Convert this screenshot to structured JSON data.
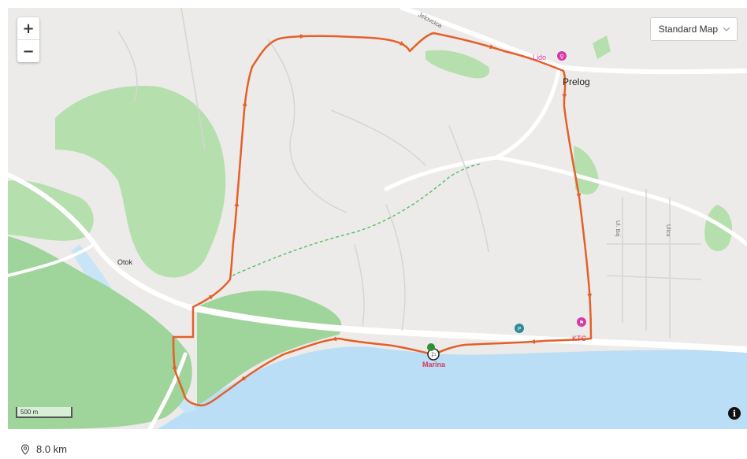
{
  "map": {
    "map_type_label": "Standard Map",
    "scale_label": "500 m",
    "places": {
      "prelog": "Prelog",
      "otok": "Otok",
      "lido": "Lido",
      "ktc": "KTC",
      "marina": "Marina"
    },
    "road_labels": {
      "north_road": "Jelovcica",
      "street_a": "Ul. Baj",
      "street_b": "Ulica"
    },
    "route_color": "#e4602a",
    "poi_pink": "#d63aa8",
    "poi_teal": "#2a8a9a"
  },
  "footer": {
    "pin_icon": "pin-icon",
    "distance": "8.0 km"
  }
}
